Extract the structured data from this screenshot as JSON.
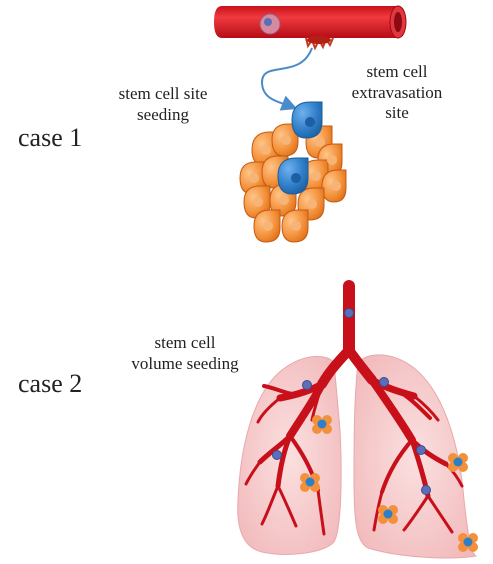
{
  "case1": {
    "label": "case 1",
    "left_label": "stem cell site\nseeding",
    "right_label": "stem cell\nextravasation\nsite"
  },
  "case2": {
    "label": "case 2",
    "label_text": "stem cell\nvolume seeding"
  },
  "colors": {
    "vessel_red": "#e0212a",
    "stem_cell_blue": "#2f7ec8",
    "tumor_orange": "#f08a2c",
    "lung_pink": "#f7c9c9",
    "arrow_blue": "#4a8cc9"
  },
  "icons": [
    "blood-vessel",
    "stem-cell",
    "tumor-cluster",
    "lungs",
    "bronchial-tree"
  ]
}
